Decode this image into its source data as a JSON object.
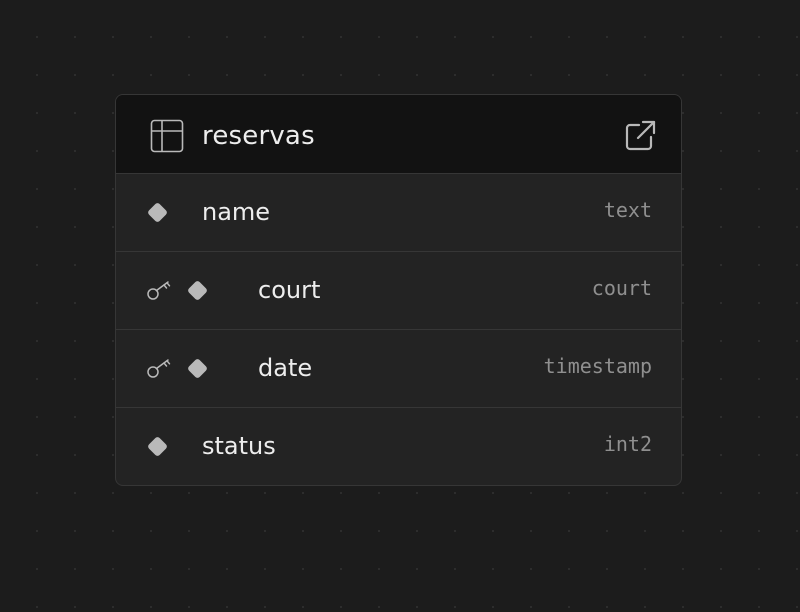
{
  "table": {
    "name": "reservas",
    "icon": "table-icon",
    "open_icon": "external-link-icon"
  },
  "columns": [
    {
      "name": "name",
      "type": "text",
      "is_key": false,
      "icon": "column-diamond-icon"
    },
    {
      "name": "court",
      "type": "court",
      "is_key": true,
      "icon": "column-diamond-icon"
    },
    {
      "name": "date",
      "type": "timestamp",
      "is_key": true,
      "icon": "column-diamond-icon"
    },
    {
      "name": "status",
      "type": "int2",
      "is_key": false,
      "icon": "column-diamond-icon"
    }
  ],
  "colors": {
    "background": "#1c1c1c",
    "header": "#121212",
    "card": "#232323",
    "border": "#363636",
    "text": "#ededed",
    "type_text": "#8f8f8f",
    "icon": "#b9b9b9"
  }
}
